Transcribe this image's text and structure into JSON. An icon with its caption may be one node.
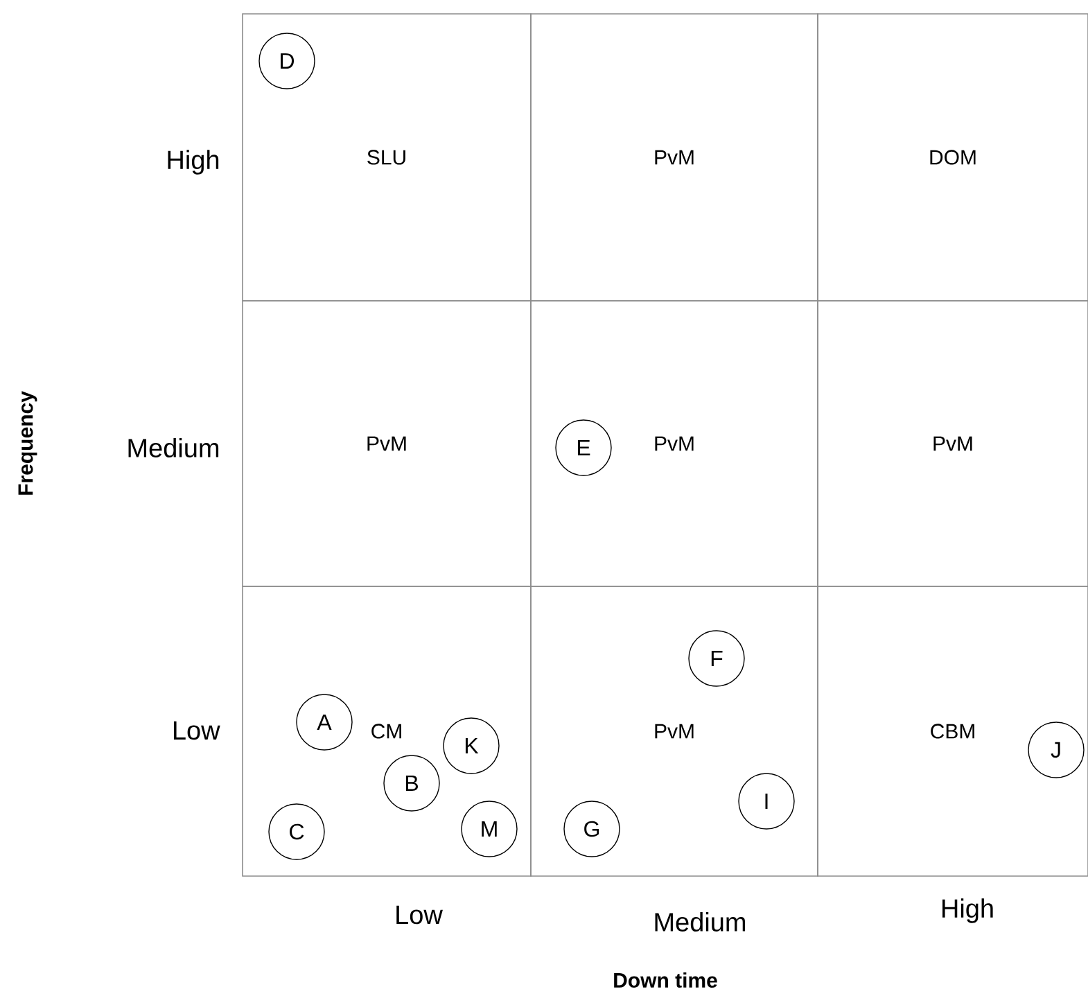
{
  "diagram": {
    "nodes": [
      {
        "text": [
          "SLU"
        ]
      },
      {
        "text": [
          "D"
        ],
        "in": 0
      },
      {
        "text": [
          "PvM"
        ]
      },
      {
        "text": [
          "DOM"
        ]
      },
      {
        "text": [
          "PvM"
        ]
      },
      {
        "text": [
          "PvM"
        ]
      },
      {
        "text": [
          "E"
        ],
        "in": 5
      },
      {
        "text": [
          "PvM"
        ]
      },
      {
        "text": [
          "CM"
        ]
      },
      {
        "text": [
          "A"
        ],
        "in": 8
      },
      {
        "text": [
          "K"
        ],
        "in": 8
      },
      {
        "text": [
          "B"
        ],
        "in": 8
      },
      {
        "text": [
          "C"
        ],
        "in": 8
      },
      {
        "text": [
          "M"
        ],
        "in": 8
      },
      {
        "text": [
          "PvM"
        ]
      },
      {
        "text": [
          "F"
        ],
        "in": 14
      },
      {
        "text": [
          "I"
        ],
        "in": 14
      },
      {
        "text": [
          "G"
        ],
        "in": 14
      },
      {
        "text": [
          "CBM"
        ]
      },
      {
        "text": [
          "J"
        ],
        "in": 18
      }
    ],
    "labels": [
      "High",
      "Frequency",
      "Medium",
      "Low",
      "Low",
      "Medium",
      "High",
      "Down time"
    ]
  }
}
